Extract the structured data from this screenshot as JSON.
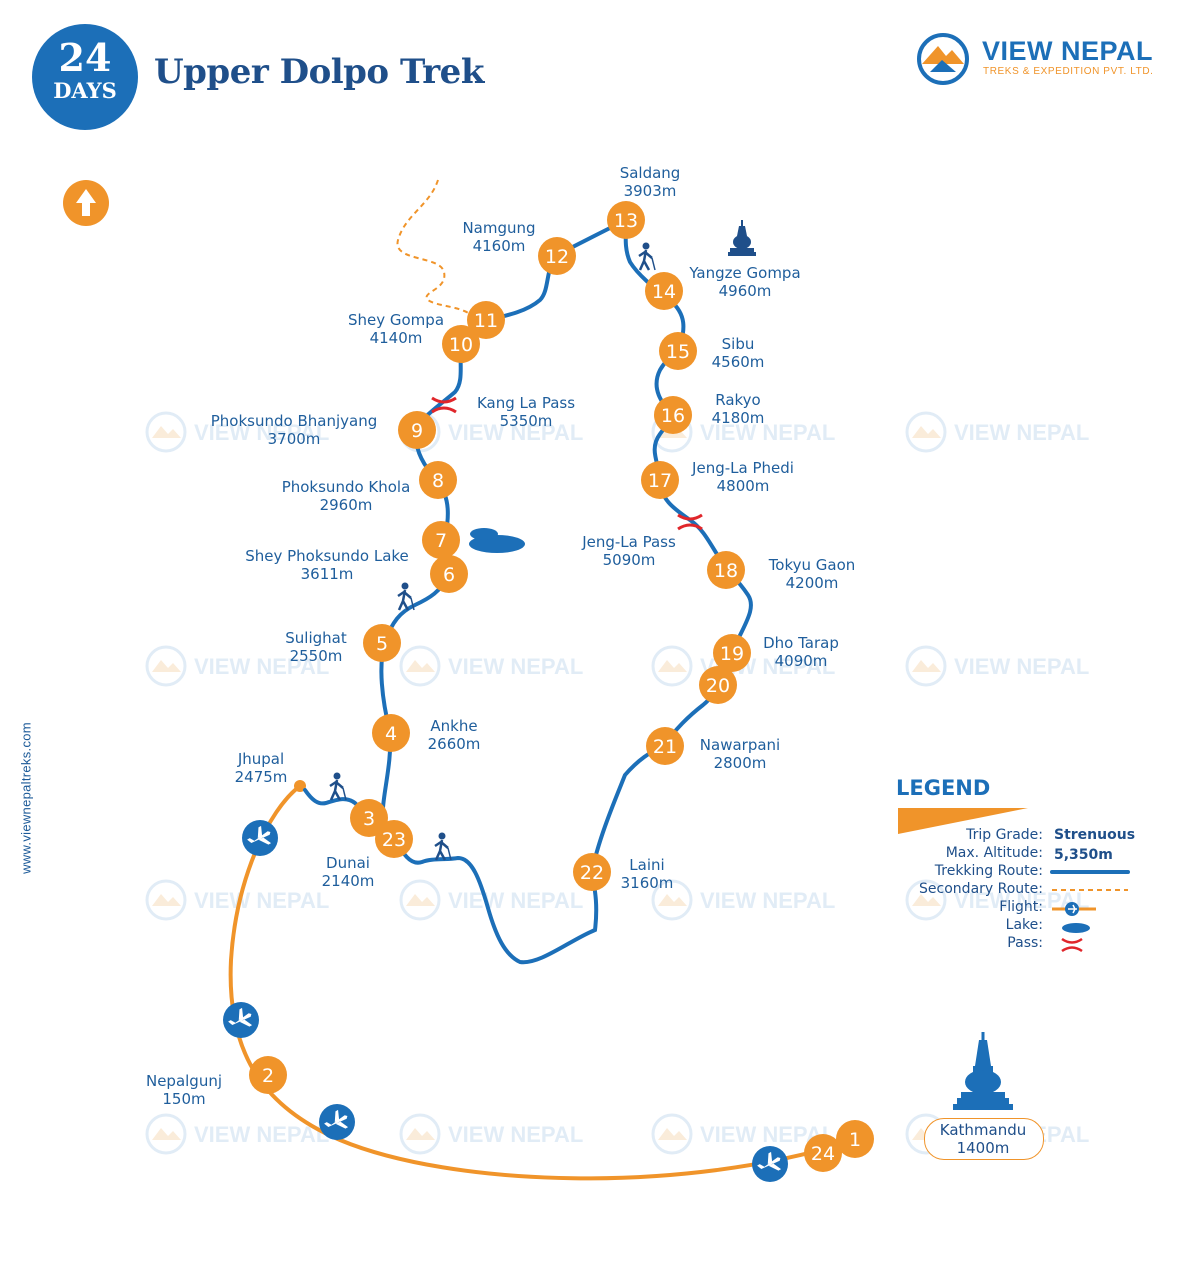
{
  "header": {
    "days_number": "24",
    "days_label": "DAYS",
    "title": "Upper Dolpo Trek"
  },
  "logo": {
    "name": "VIEW NEPAL",
    "subtitle": "TREKS & EXPEDITION PVT. LTD."
  },
  "website": "www.viewnepaltreks.com",
  "watermark_text": "VIEW NEPAL",
  "colors": {
    "route": "#1c6fb8",
    "flight": "#f0942a",
    "stop_marker": "#f0942a",
    "pass": "#e0262b",
    "text": "#1f5e9c"
  },
  "stops": [
    {
      "day": "1",
      "name": "Kathmandu",
      "altitude": "1400m"
    },
    {
      "day": "2",
      "name": "Nepalgunj",
      "altitude": "150m"
    },
    {
      "day": "3",
      "name": "Dunai",
      "altitude": "2140m"
    },
    {
      "day": "4",
      "name": "Ankhe",
      "altitude": "2660m"
    },
    {
      "day": "5",
      "name": "Sulighat",
      "altitude": "2550m"
    },
    {
      "day": "6",
      "name": "Shey Phoksundo Lake",
      "altitude": "3611m"
    },
    {
      "day": "7",
      "name": "",
      "altitude": ""
    },
    {
      "day": "8",
      "name": "Phoksundo Khola",
      "altitude": "2960m"
    },
    {
      "day": "9",
      "name": "Phoksundo Bhanjyang",
      "altitude": "3700m"
    },
    {
      "day": "10",
      "name": "Shey Gompa",
      "altitude": "4140m"
    },
    {
      "day": "11",
      "name": "",
      "altitude": ""
    },
    {
      "day": "12",
      "name": "Namgung",
      "altitude": "4160m"
    },
    {
      "day": "13",
      "name": "Saldang",
      "altitude": "3903m"
    },
    {
      "day": "14",
      "name": "Yangze Gompa",
      "altitude": "4960m"
    },
    {
      "day": "15",
      "name": "Sibu",
      "altitude": "4560m"
    },
    {
      "day": "16",
      "name": "Rakyo",
      "altitude": "4180m"
    },
    {
      "day": "17",
      "name": "Jeng-La Phedi",
      "altitude": "4800m"
    },
    {
      "day": "18",
      "name": "Tokyu Gaon",
      "altitude": "4200m"
    },
    {
      "day": "19",
      "name": "Dho Tarap",
      "altitude": "4090m"
    },
    {
      "day": "20",
      "name": "",
      "altitude": ""
    },
    {
      "day": "21",
      "name": "Nawarpani",
      "altitude": "2800m"
    },
    {
      "day": "22",
      "name": "Laini",
      "altitude": "3160m"
    },
    {
      "day": "23",
      "name": "",
      "altitude": ""
    },
    {
      "day": "24",
      "name": "",
      "altitude": ""
    }
  ],
  "extra_places": [
    {
      "name": "Jhupal",
      "altitude": "2475m"
    }
  ],
  "passes": [
    {
      "name": "Kang La Pass",
      "altitude": "5350m"
    },
    {
      "name": "Jeng-La Pass",
      "altitude": "5090m"
    }
  ],
  "legend": {
    "title": "LEGEND",
    "trip_grade_label": "Trip Grade:",
    "trip_grade_value": "Strenuous",
    "max_altitude_label": "Max. Altitude:",
    "max_altitude_value": "5,350m",
    "trekking_route_label": "Trekking Route:",
    "secondary_route_label": "Secondary Route:",
    "flight_label": "Flight:",
    "lake_label": "Lake:",
    "pass_label": "Pass:"
  },
  "icons": [
    "north-arrow-icon",
    "airplane-icon",
    "trekker-icon",
    "stupa-icon",
    "lake-icon",
    "pass-icon",
    "mountain-logo-icon"
  ]
}
